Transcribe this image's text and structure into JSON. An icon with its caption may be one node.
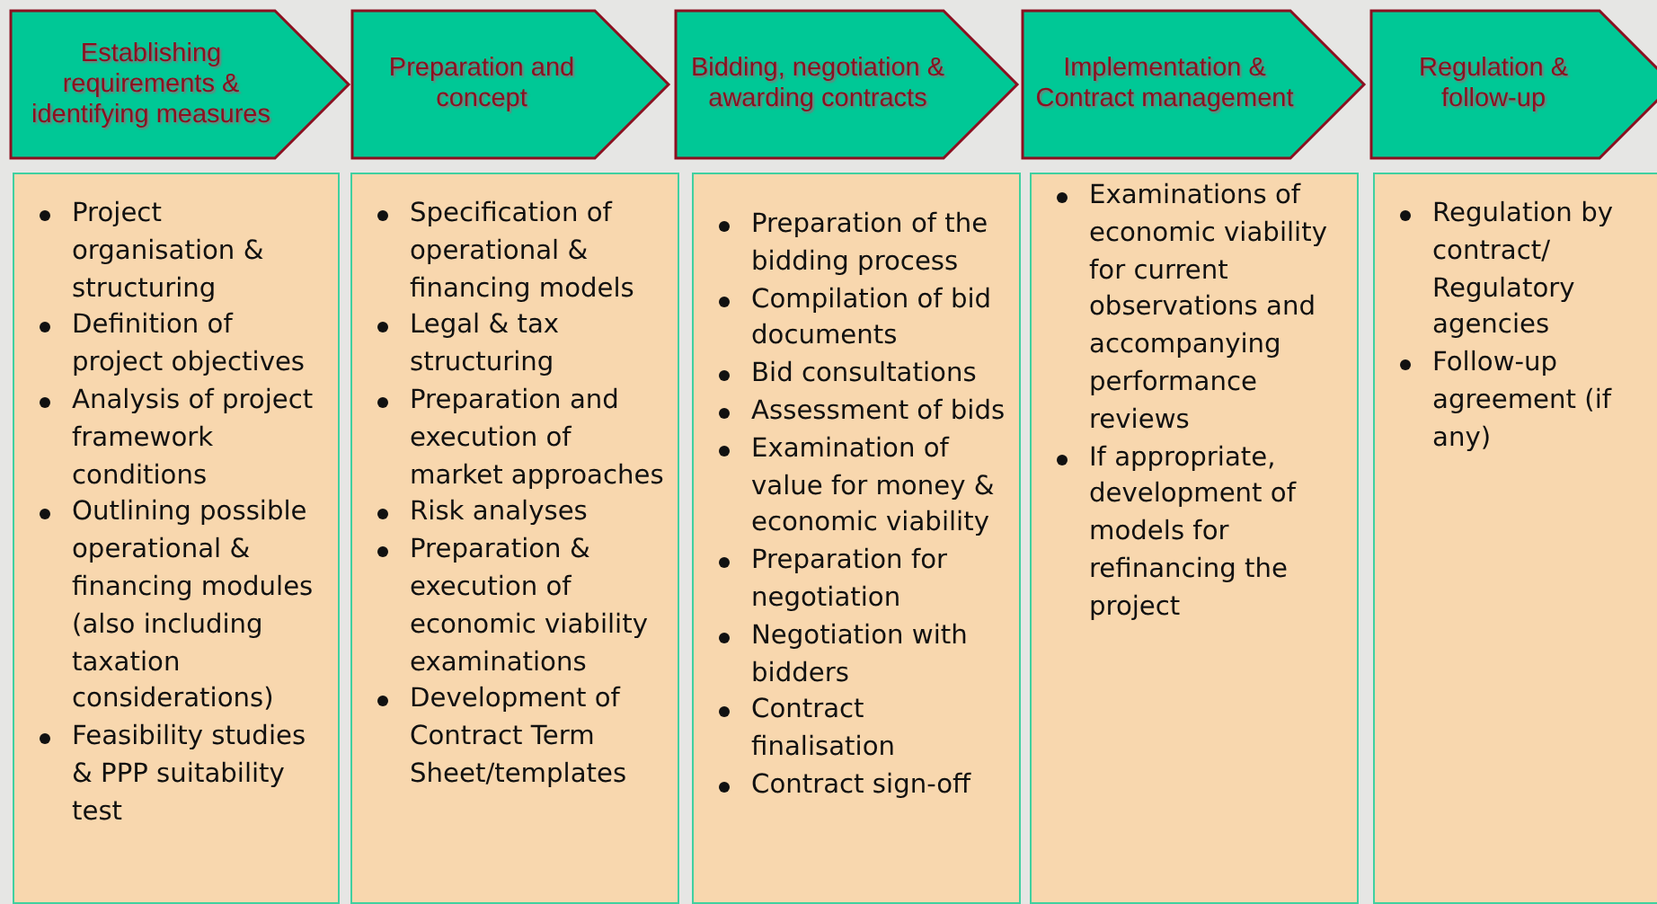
{
  "diagram": {
    "nodes": [
      {
        "text": [
          "Establishing requirements & identifying measures"
        ]
      },
      {
        "text": [
          "Preparation and concept"
        ]
      },
      {
        "text": [
          "Bidding, negotiation & awarding contracts"
        ]
      },
      {
        "text": [
          "Implementation & Contract management"
        ]
      },
      {
        "text": [
          "Regulation & follow-up"
        ]
      },
      {
        "text": [
          "Project organisation & structuring",
          "Definition of project objectives",
          "Analysis of project framework conditions",
          "Outlining possible operational & financing modules (also including taxation considerations)",
          "Feasibility studies & PPP suitability test"
        ]
      },
      {
        "text": [
          "Specification of operational & financing models",
          "Legal & tax structuring",
          "Preparation and execution of market approaches",
          "Risk analyses",
          "Preparation & execution of economic viability examinations",
          "Development of Contract Term Sheet/templates"
        ]
      },
      {
        "text": [
          "Preparation of the bidding process",
          "Compilation of bid documents",
          "Bid consultations",
          "Assessment of bids",
          "Examination of value for money & economic viability",
          "Preparation for negotiation",
          "Negotiation with bidders",
          "Contract finalisation",
          "Contract sign-off"
        ]
      },
      {
        "text": [
          "Examinations of economic viability for current observations and accompanying performance reviews",
          "If appropriate, development of models for refinancing the project"
        ]
      },
      {
        "text": [
          "Regulation by contract/ Regulatory agencies",
          "Follow-up agreement (if any)"
        ]
      }
    ]
  }
}
